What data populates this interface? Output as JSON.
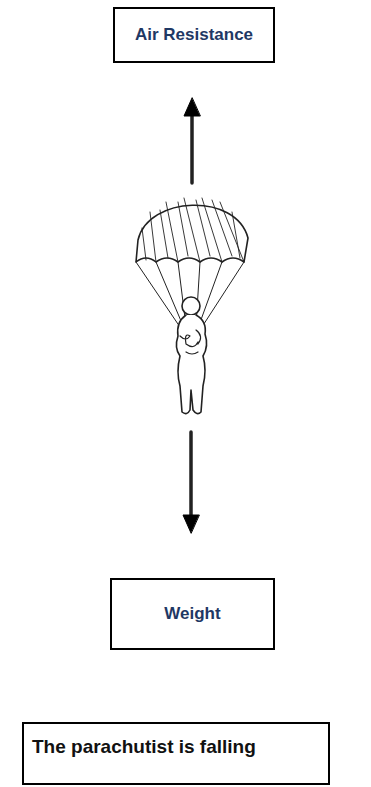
{
  "diagram": {
    "nodes": [
      {
        "text": [
          "Air Resistance"
        ]
      },
      {
        "text": [
          "Weight"
        ]
      },
      {
        "text": [
          "The parachutist is falling"
        ]
      }
    ]
  }
}
